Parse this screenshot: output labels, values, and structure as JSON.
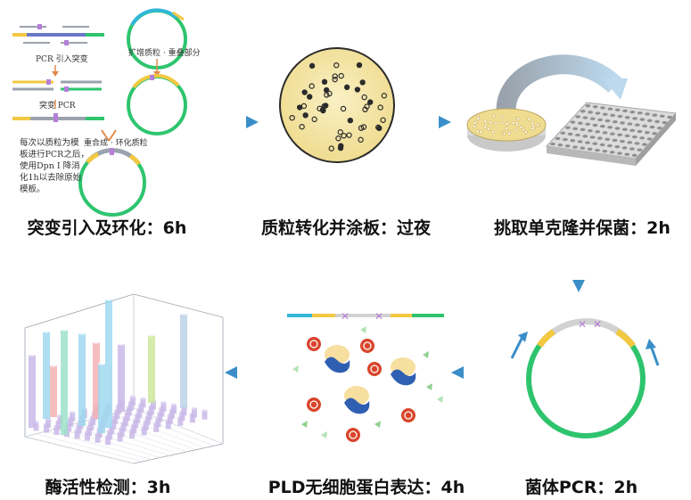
{
  "steps": [
    {
      "label": "突变引入及环化：6h"
    },
    {
      "label": "质粒转化并涂板：过夜"
    },
    {
      "label": "挑取单克隆并保菌：2h"
    },
    {
      "label": "菌体PCR：2h"
    },
    {
      "label": "PLD无细胞蛋白表达：4h"
    },
    {
      "label": "酶活性检测：3h"
    }
  ],
  "step1_notes": {
    "pcr_intro": "PCR 引入突变",
    "pcr_amp": "扩增质粒 · 重叠部分",
    "pcr2": "突变 PCR",
    "recomb": "重合成 · 环化质粒",
    "desc_1": "每次以质粒为模",
    "desc_2": "板进行PCR之后，",
    "desc_3": "使用Dpn I 降消",
    "desc_4": "化1h以去除原始",
    "desc_5": "模板。"
  },
  "colors": {
    "arrow_blue": "#3a8fc9",
    "arrow_teal": "#3ba99c",
    "plasmid_green": "#2ec46e",
    "agar_yellow": "#f5e6a6",
    "insert_yellow": "#f3c842",
    "mutation_purple": "#b57fd9",
    "protein_blue": "#2f5fb3",
    "protein_cream": "#f7dfa0",
    "ribosome_red": "#d9452b"
  }
}
